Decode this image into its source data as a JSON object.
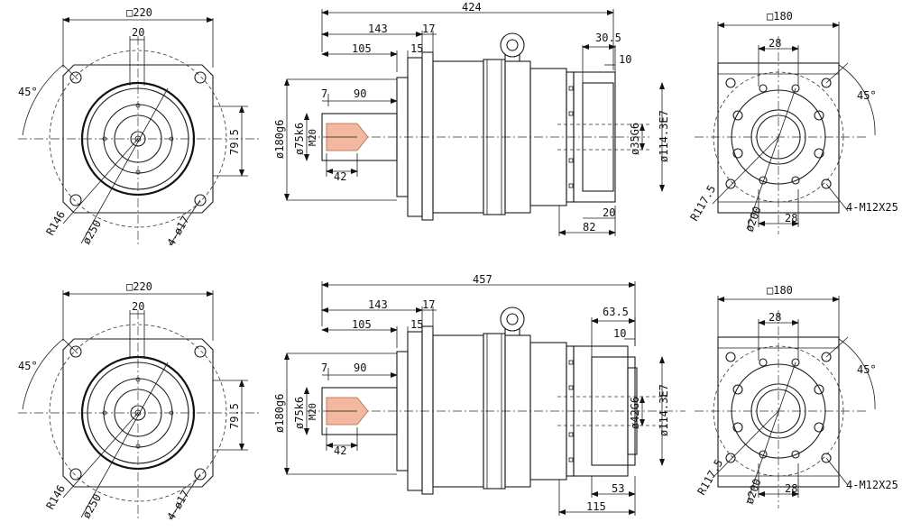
{
  "top": {
    "front": {
      "square": "□220",
      "key_width": "20",
      "angle": "45°",
      "height": "79.5",
      "radius": "R146",
      "pcd": "ø250",
      "holes": "4-ø17"
    },
    "side": {
      "overall": "424",
      "len_143": "143",
      "len_17": "17",
      "len_105": "105",
      "len_15": "15",
      "len_7": "7",
      "len_90": "90",
      "thread": "M20",
      "len_42": "42",
      "dia_flange": "ø180g6",
      "dia_shaft": "ø75k6",
      "out_30_5": "30.5",
      "out_10": "10",
      "out_dia_shaft": "ø35G6",
      "out_dia_pilot": "ø114.3E7",
      "out_20": "20",
      "out_82": "82"
    },
    "rear": {
      "square": "□180",
      "dim_28_top": "28",
      "angle": "45°",
      "radius": "R117.5",
      "pcd": "ø200",
      "dim_28_bottom": "28",
      "holes": "4-M12X25"
    }
  },
  "bottom": {
    "front": {
      "square": "□220",
      "key_width": "20",
      "angle": "45°",
      "height": "79.5",
      "radius": "R146",
      "pcd": "ø250",
      "holes": "4-ø17"
    },
    "side": {
      "overall": "457",
      "len_143": "143",
      "len_17": "17",
      "len_105": "105",
      "len_15": "15",
      "len_7": "7",
      "len_90": "90",
      "thread": "M20",
      "len_42": "42",
      "dia_flange": "ø180g6",
      "dia_shaft": "ø75k6",
      "out_63_5": "63.5",
      "out_10": "10",
      "out_dia_shaft": "ø42G6",
      "out_dia_pilot": "ø114.3E7",
      "out_53": "53",
      "out_115": "115"
    },
    "rear": {
      "square": "□180",
      "dim_28_top": "28",
      "angle": "45°",
      "radius": "R117.5",
      "pcd": "ø200",
      "dim_28_bottom": "28",
      "holes": "4-M12X25"
    }
  }
}
